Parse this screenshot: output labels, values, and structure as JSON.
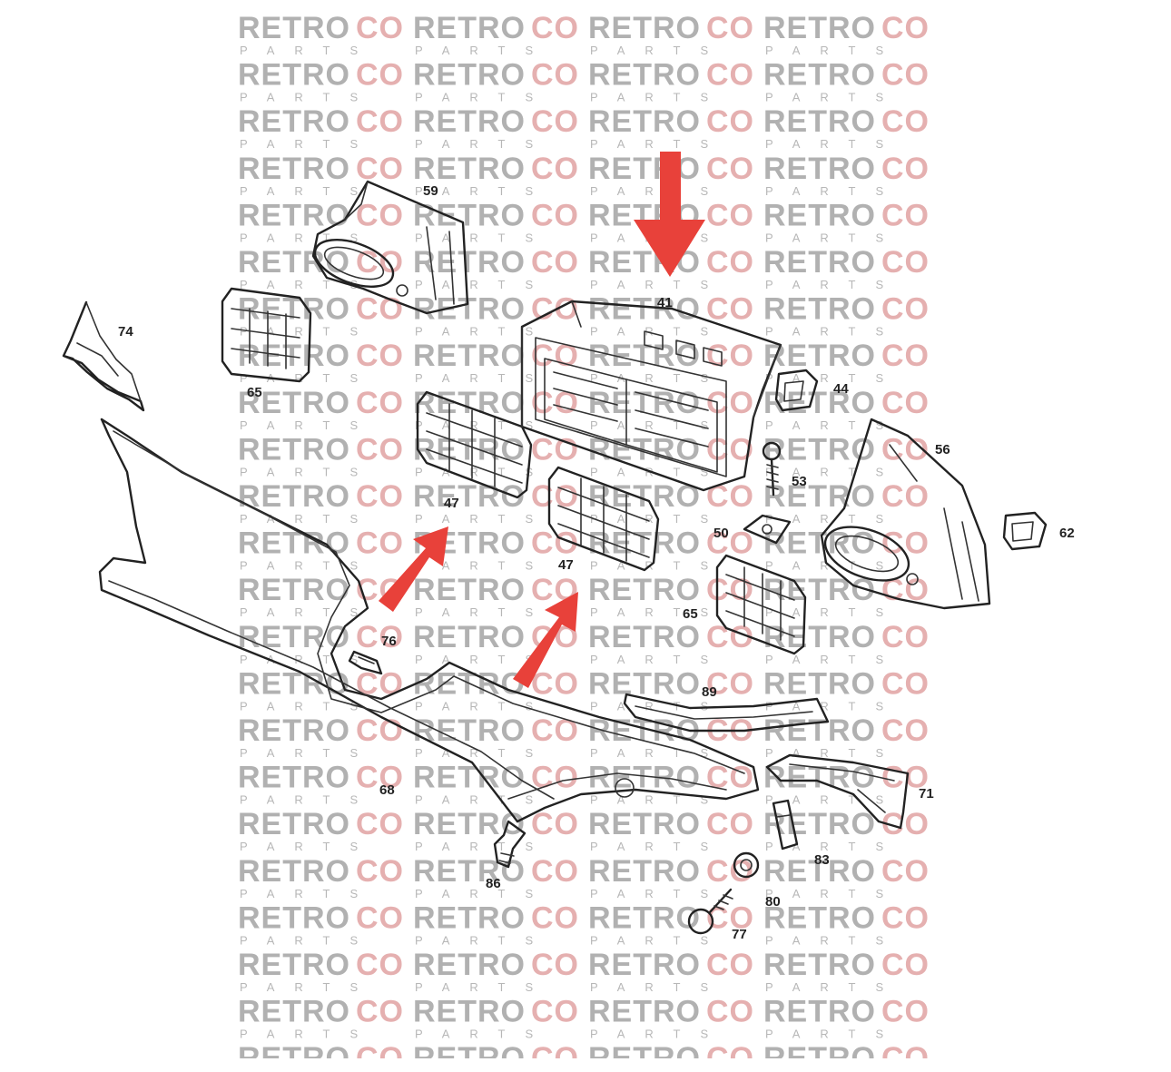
{
  "callouts": [
    {
      "id": "41",
      "label": "41"
    },
    {
      "id": "44",
      "label": "44"
    },
    {
      "id": "47a",
      "label": "47"
    },
    {
      "id": "47b",
      "label": "47"
    },
    {
      "id": "50",
      "label": "50"
    },
    {
      "id": "53",
      "label": "53"
    },
    {
      "id": "56",
      "label": "56"
    },
    {
      "id": "59",
      "label": "59"
    },
    {
      "id": "62",
      "label": "62"
    },
    {
      "id": "65a",
      "label": "65"
    },
    {
      "id": "65b",
      "label": "65"
    },
    {
      "id": "68",
      "label": "68"
    },
    {
      "id": "71",
      "label": "71"
    },
    {
      "id": "74",
      "label": "74"
    },
    {
      "id": "76",
      "label": "76"
    },
    {
      "id": "77",
      "label": "77"
    },
    {
      "id": "80",
      "label": "80"
    },
    {
      "id": "83",
      "label": "83"
    },
    {
      "id": "86",
      "label": "86"
    },
    {
      "id": "89",
      "label": "89"
    }
  ],
  "watermark": {
    "retro": "RETRO",
    "co": "CO",
    "parts": "PARTS"
  },
  "colors": {
    "arrow": "#e8413a",
    "watermark_gray": "#a9a9a9",
    "watermark_red": "#e3a8a8",
    "line": "#222222"
  }
}
